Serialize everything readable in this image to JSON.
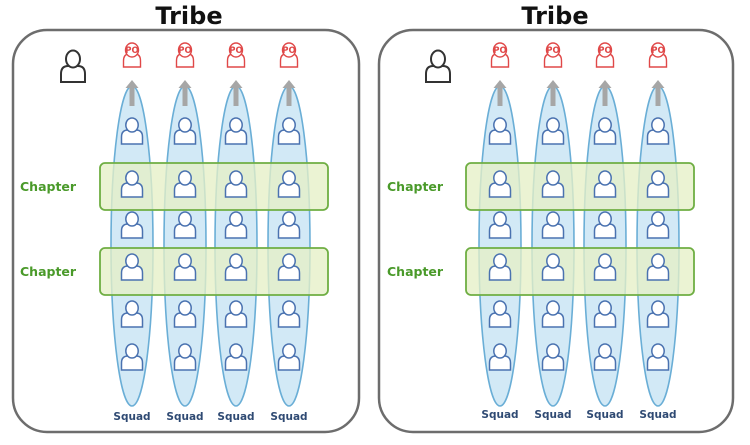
{
  "colors": {
    "frame": "#6d6d6d",
    "squad_stroke": "#6aaed6",
    "squad_fill": "#d2e9f6",
    "chapter_stroke": "#6fae43",
    "chapter_fill": "#e6efc6",
    "chapter_text": "#4a9a2a",
    "squad_text": "#2f4a73",
    "person": "#4a72b0",
    "po": "#e04848",
    "arrow": "#a6a6a6",
    "lead": "#333333"
  },
  "icons": {
    "person": "person-outline-icon",
    "po": "product-owner-icon",
    "lead": "tribe-lead-icon",
    "arrow": "up-arrow-icon"
  },
  "tribes": [
    {
      "title": "Tribe",
      "chapters": [
        "Chapter",
        "Chapter"
      ],
      "squads": [
        {
          "label": "Squad",
          "po": "PO"
        },
        {
          "label": "Squad",
          "po": "PO"
        },
        {
          "label": "Squad",
          "po": "PO"
        },
        {
          "label": "Squad",
          "po": "PO"
        }
      ]
    },
    {
      "title": "Tribe",
      "chapters": [
        "Chapter",
        "Chapter"
      ],
      "squads": [
        {
          "label": "Squad",
          "po": "PO"
        },
        {
          "label": "Squad",
          "po": "PO"
        },
        {
          "label": "Squad",
          "po": "PO"
        },
        {
          "label": "Squad",
          "po": "PO"
        }
      ]
    }
  ]
}
